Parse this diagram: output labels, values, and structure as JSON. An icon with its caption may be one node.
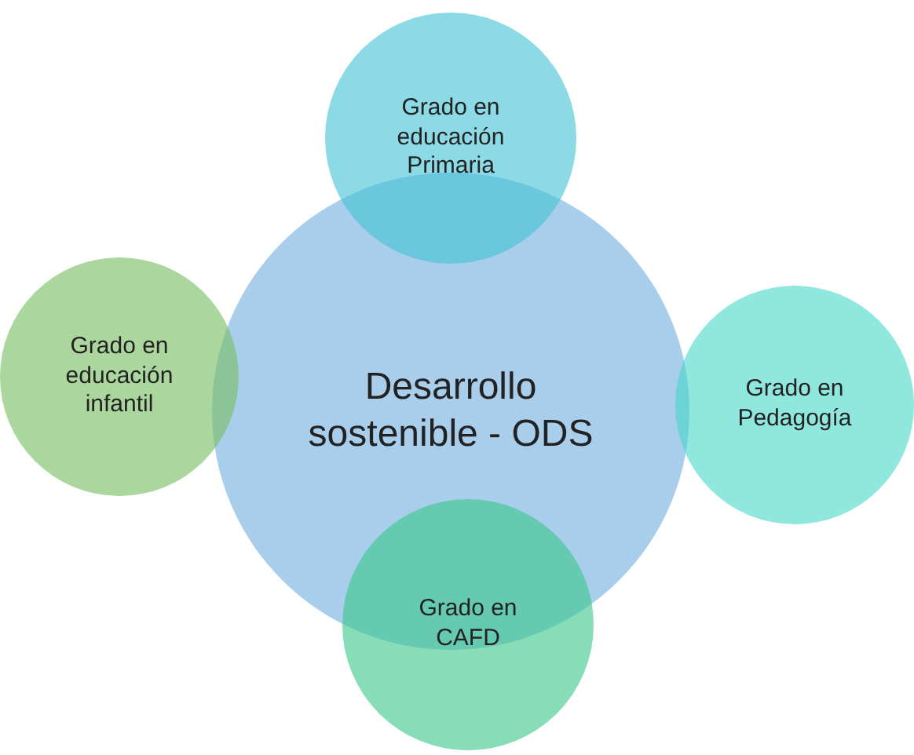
{
  "diagram": {
    "nodes": [
      {
        "text": [
          "Grado en educación Primaria"
        ]
      },
      {
        "text": [
          "Grado en educación infantil"
        ]
      },
      {
        "text": [
          "Desarrollo sostenible - ODS"
        ]
      },
      {
        "text": [
          "Grado en Pedagogía"
        ]
      },
      {
        "text": [
          "Grado en CAFD"
        ]
      }
    ]
  }
}
